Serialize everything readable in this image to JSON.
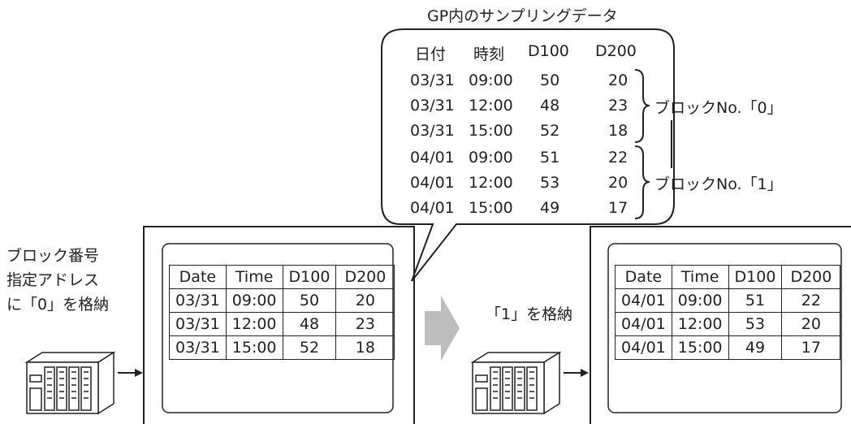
{
  "popup": {
    "title": "GP内のサンプリングデータ",
    "headers": [
      "日付",
      "時刻",
      "D100",
      "D200"
    ],
    "rows": [
      [
        "03/31",
        "09:00",
        "50",
        "20"
      ],
      [
        "03/31",
        "12:00",
        "48",
        "23"
      ],
      [
        "03/31",
        "15:00",
        "52",
        "18"
      ],
      [
        "04/01",
        "09:00",
        "51",
        "22"
      ],
      [
        "04/01",
        "12:00",
        "53",
        "20"
      ],
      [
        "04/01",
        "15:00",
        "49",
        "17"
      ]
    ],
    "block0_label": "ブロックNo.「0」",
    "block1_label": "ブロックNo.「1」"
  },
  "left": {
    "caption_lines": [
      "ブロック番号",
      "指定アドレス",
      "に「0」を格納"
    ],
    "headers": [
      "Date",
      "Time",
      "D100",
      "D200"
    ],
    "rows": [
      [
        "03/31",
        "09:00",
        "50",
        "20"
      ],
      [
        "03/31",
        "12:00",
        "48",
        "23"
      ],
      [
        "03/31",
        "15:00",
        "52",
        "18"
      ]
    ]
  },
  "right": {
    "caption": "「1」を格納",
    "headers": [
      "Date",
      "Time",
      "D100",
      "D200"
    ],
    "rows": [
      [
        "04/01",
        "09:00",
        "51",
        "22"
      ],
      [
        "04/01",
        "12:00",
        "53",
        "20"
      ],
      [
        "04/01",
        "15:00",
        "49",
        "17"
      ]
    ]
  },
  "colors": {
    "line": "#222222",
    "arrow_fill": "#bdbdbd"
  }
}
